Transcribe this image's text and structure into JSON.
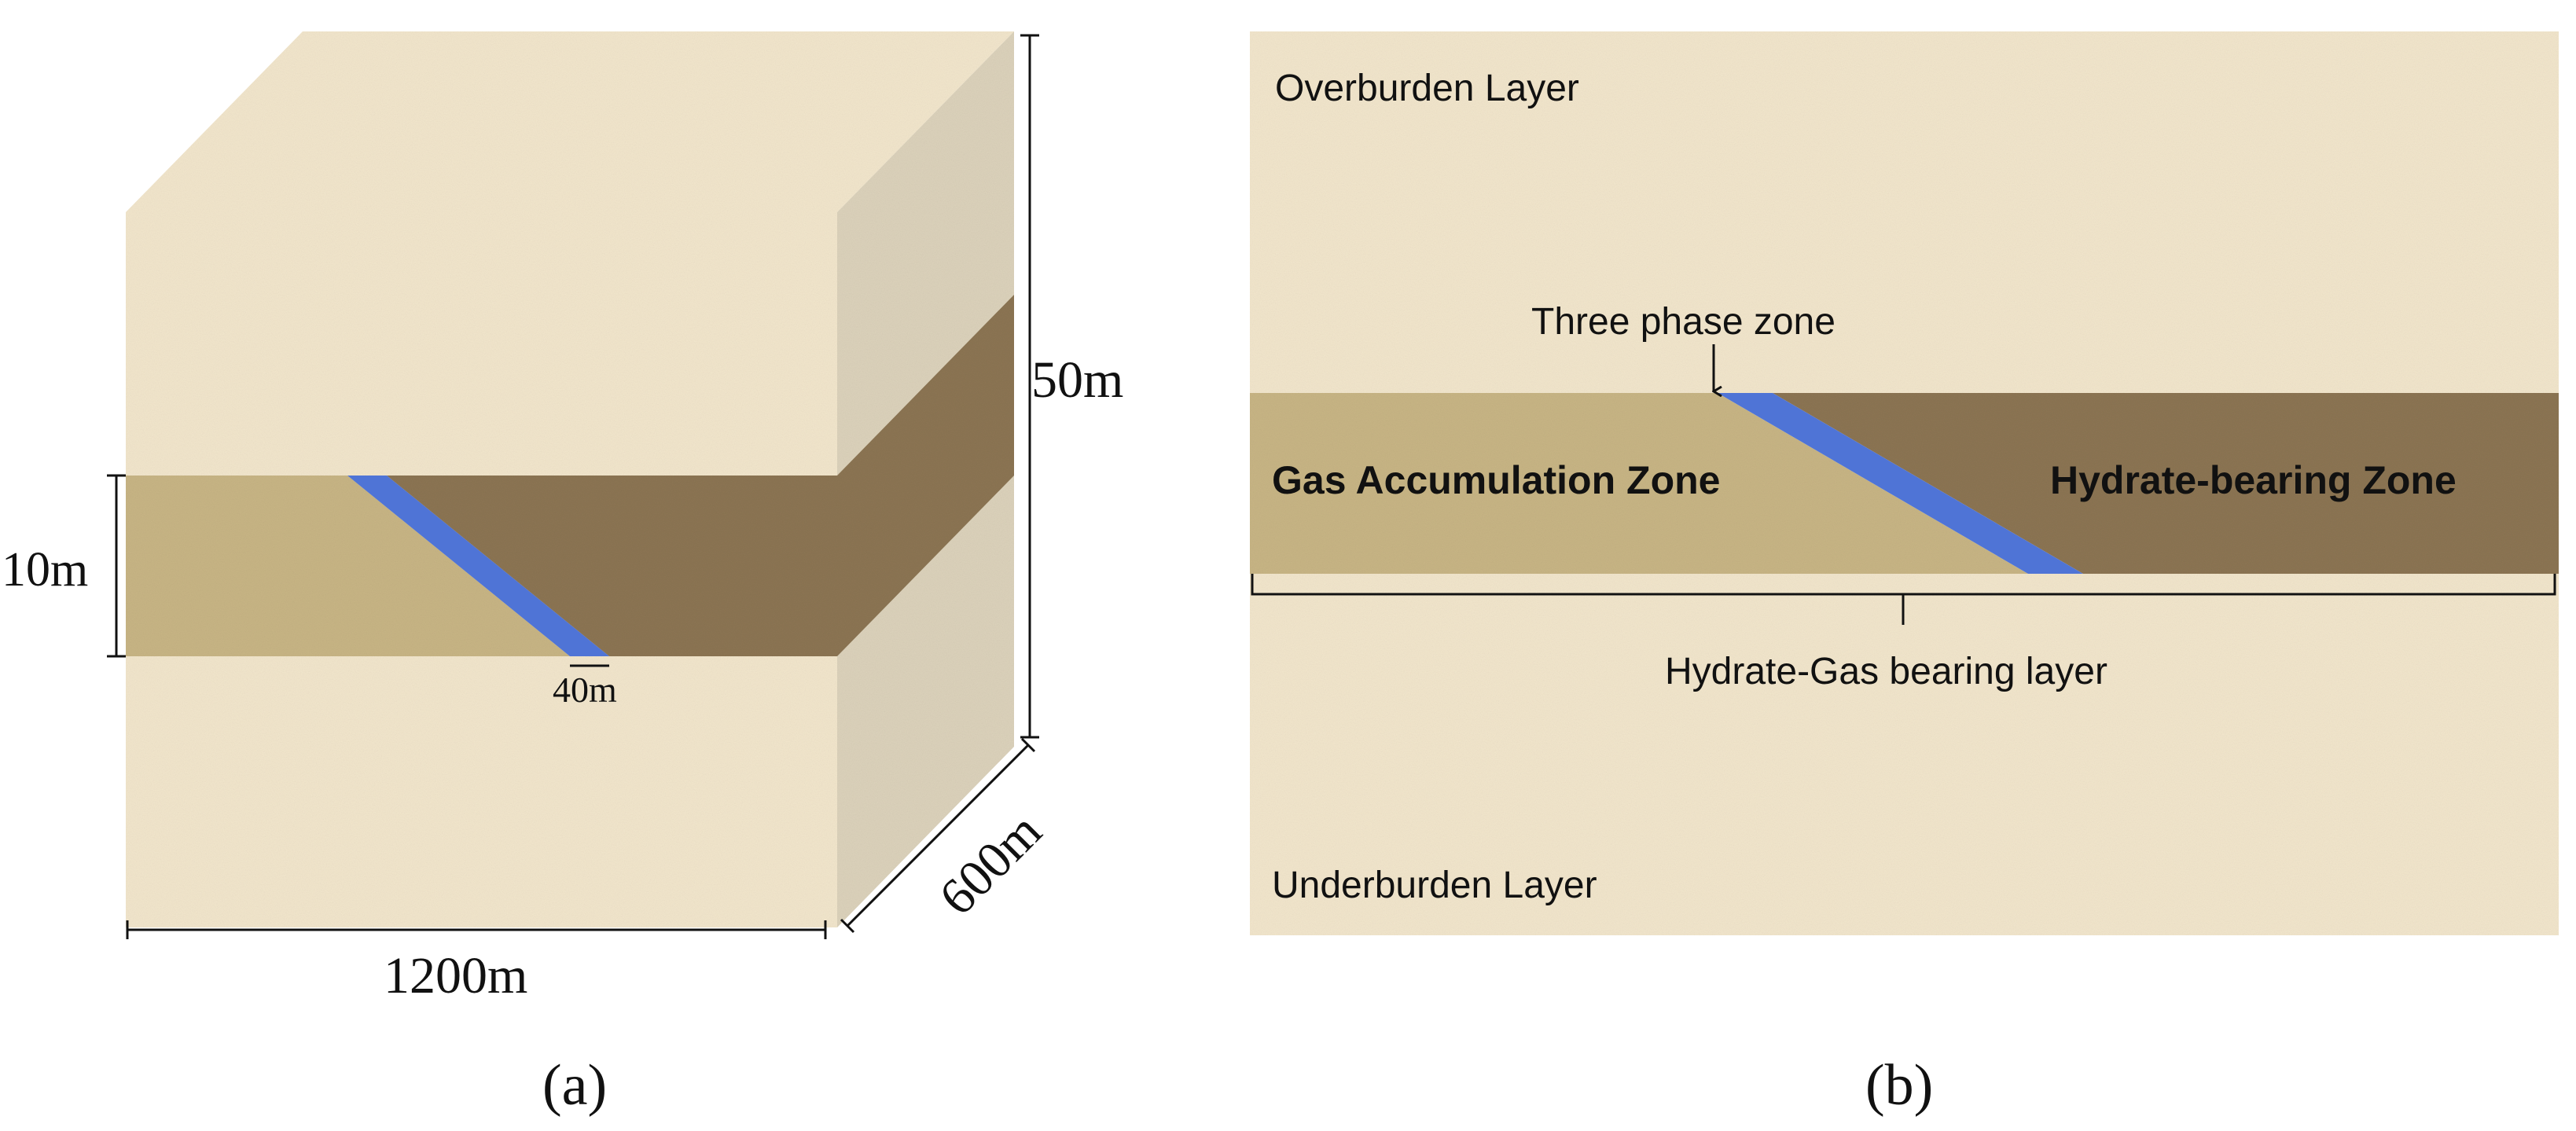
{
  "panel_a": {
    "caption": "(a)",
    "dim_length": "1200m",
    "dim_depth": "600m",
    "dim_height": "50m",
    "dim_layer_thickness": "10m",
    "dim_zone_width": "40m"
  },
  "panel_b": {
    "caption": "(b)",
    "overburden_label": "Overburden Layer",
    "underburden_label": "Underburden Layer",
    "three_phase_label": "Three phase zone",
    "gas_zone_label": "Gas Accumulation Zone",
    "hydrate_zone_label": "Hydrate-bearing Zone",
    "bearing_layer_label": "Hydrate-Gas bearing layer"
  },
  "colors": {
    "overburden": "#f2e6cc",
    "underburden": "#f2e6cc",
    "side_face": "#dcd2bb",
    "gas_zone": "#c8b585",
    "hydrate_zone": "#8c7553",
    "three_phase_zone": "#4f74d6"
  }
}
